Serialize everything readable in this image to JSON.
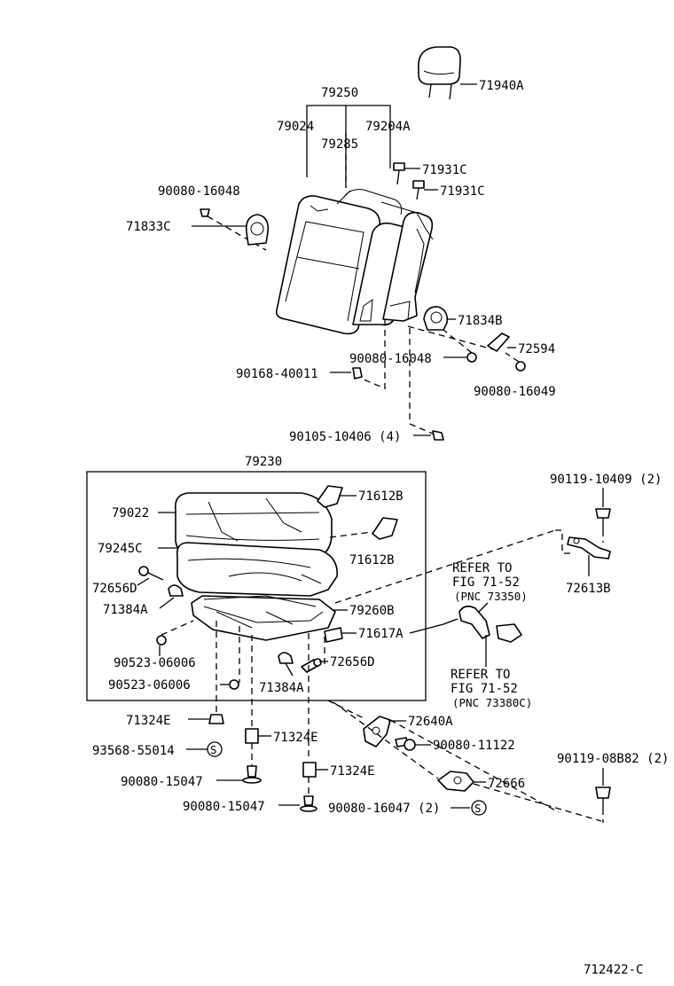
{
  "labels": {
    "l79250": "79250",
    "l71940A": "71940A",
    "l79024": "79024",
    "l79204A": "79204A",
    "l79285": "79285",
    "l71931C_1": "71931C",
    "l71931C_2": "71931C",
    "l90080_16048_a": "90080-16048",
    "l71833C": "71833C",
    "l71834B": "71834B",
    "l72594": "72594",
    "l90080_16048_b": "90080-16048",
    "l90168_40011": "90168-40011",
    "l90080_16049": "90080-16049",
    "l90105_10406": "90105-10406 (4)",
    "l79230": "79230",
    "l71612B_1": "71612B",
    "l79022": "79022",
    "l71612B_2": "71612B",
    "l79245C": "79245C",
    "l72656D_1": "72656D",
    "l71384A_1": "71384A",
    "l79260B": "79260B",
    "l71617A": "71617A",
    "l90523_06006_1": "90523-06006",
    "l72656D_2": "72656D",
    "l90523_06006_2": "90523-06006",
    "l71384A_2": "71384A",
    "l90119_10409": "90119-10409 (2)",
    "l72613B": "72613B",
    "refer1_line1": "REFER TO",
    "refer1_line2": "FIG 71-52",
    "refer1_line3": "(PNC 73350)",
    "refer2_line1": "REFER TO",
    "refer2_line2": "FIG 71-52",
    "refer2_line3": "(PNC 73380C)",
    "l71324E_1": "71324E",
    "l72640A": "72640A",
    "l93568_55014": "93568-55014",
    "s_mark_1": "S",
    "l71324E_2": "71324E",
    "l90080_11122": "90080-11122",
    "l90119_08B82": "90119-08B82 (2)",
    "l90080_15047_1": "90080-15047",
    "l71324E_3": "71324E",
    "l72666": "72666",
    "l90080_15047_2": "90080-15047",
    "l90080_16047": "90080-16047 (2)",
    "s_mark_2": "S",
    "diagram_code": "712422-C"
  }
}
